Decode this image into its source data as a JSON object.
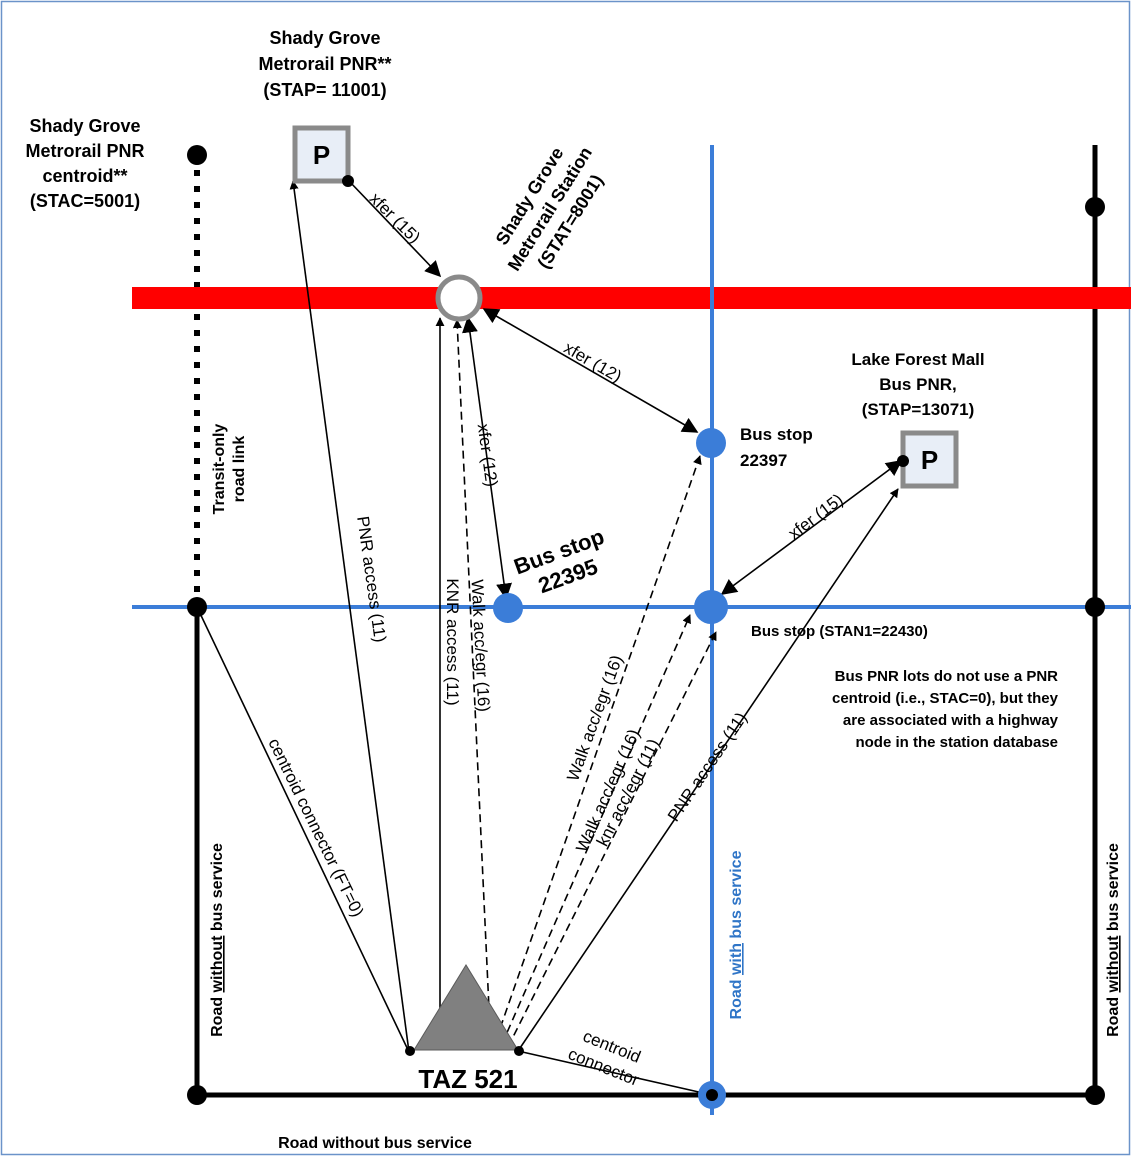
{
  "colors": {
    "rail": "#ff0000",
    "bus_route": "#3b7dd8",
    "road": "#000000",
    "frame": "#6b93c9",
    "taz": "#808080",
    "pnr_box_fill": "#e8eef7",
    "pnr_box_border": "#8a8a8a"
  },
  "icons": {
    "pnr_lot": "square-p-icon",
    "zone": "triangle-icon",
    "metro_station": "hollow-circle-icon",
    "bus_stop": "filled-circle-icon",
    "node": "filled-dot-icon"
  },
  "nodes": {
    "shady_pnr": {
      "line1": "Shady Grove",
      "line2": "Metrorail PNR**",
      "line3": "(STAP= 11001)",
      "symbol": "P"
    },
    "shady_centroid": {
      "line1": "Shady Grove",
      "line2": "Metrorail PNR",
      "line3": "centroid**",
      "line4": "(STAC=5001)"
    },
    "metro_station": {
      "line1": "Shady Grove",
      "line2": "Metrorail Station",
      "line3": "(STAT=8001)"
    },
    "lake_forest": {
      "line1": "Lake Forest Mall",
      "line2": "Bus PNR,",
      "line3": "(STAP=13071)",
      "symbol": "P"
    },
    "bus_22397": {
      "line1": "Bus stop",
      "line2": "22397"
    },
    "bus_22395": {
      "line1": "Bus stop",
      "line2": "22395"
    },
    "bus_22430": {
      "label": "Bus stop (STAN1=22430)"
    },
    "taz": {
      "label": "TAZ 521"
    }
  },
  "links": {
    "xfer15_top": "xfer (15)",
    "xfer12_right": "xfer (12)",
    "xfer12_down": "xfer (12)",
    "xfer15_right": "xfer (15)",
    "pnr_access_left": "PNR access (11)",
    "knr_access": "KNR access (11)",
    "walk_metro": "Walk acc/egr (16)",
    "walk_22397": "Walk acc/egr (16)",
    "walk_22430": "Walk acc/egr (16)",
    "knr_22430": "knr acc/egr (11)",
    "pnr_access_right": "PNR access (11)",
    "centroid_ft0": "centroid connector (FT=0)",
    "centroid_line1": "centroid",
    "centroid_line2": "connector"
  },
  "roads": {
    "transit_only_line1": "Transit-only",
    "transit_only_line2": "road link",
    "left_pre": "Road ",
    "left_emph": "without",
    "left_post": " bus service",
    "right_pre": "Road ",
    "right_emph": "without",
    "right_post": " bus service",
    "center_pre": "Road ",
    "center_emph": "with",
    "center_post": " bus service",
    "bottom": "Road without bus service"
  },
  "note": {
    "line1": "Bus PNR lots do not use a PNR",
    "line2": "centroid (i.e., STAC=0), but they",
    "line3": "are associated with a highway",
    "line4": "node in the station database"
  }
}
